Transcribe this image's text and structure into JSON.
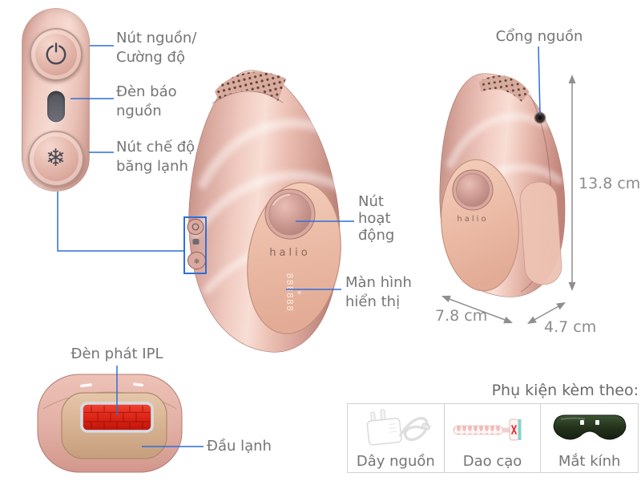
{
  "brand": "halio",
  "device": {
    "display_segments": "888888"
  },
  "callouts": {
    "power_button": {
      "line1": "Nút nguồn/",
      "line2": "Cường độ"
    },
    "power_led": {
      "line1": "Đèn báo",
      "line2": "nguồn"
    },
    "ice_mode_button": {
      "line1": "Nút chế độ",
      "line2": "băng lạnh"
    },
    "action_button": {
      "line1": "Nút",
      "line2": "hoạt",
      "line3": "động"
    },
    "display_screen": {
      "line1": "Màn hình",
      "line2": "hiển thị"
    },
    "power_port": "Cổng nguồn",
    "ipl_lamp": "Đèn phát IPL",
    "cooling_head": "Đầu lạnh"
  },
  "dimensions": {
    "height": "13.8 cm",
    "width": "7.8 cm",
    "depth": "4.7 cm"
  },
  "accessories": {
    "title": "Phụ kiện kèm theo:",
    "items": [
      {
        "label": "Dây nguồn",
        "icon": "power-adapter-icon"
      },
      {
        "label": "Dao cạo",
        "icon": "razor-icon"
      },
      {
        "label": "Mắt kính",
        "icon": "goggles-icon"
      }
    ]
  },
  "colors": {
    "callout_blue": "#2e6fd8",
    "label_gray": "#757575",
    "dimension_gray": "#8c8c8c",
    "body_pink": "#e0aba1",
    "panel_peach": "#eec2ae",
    "ipl_red": "#dd2b1c",
    "goggles_green": "#24331d"
  }
}
